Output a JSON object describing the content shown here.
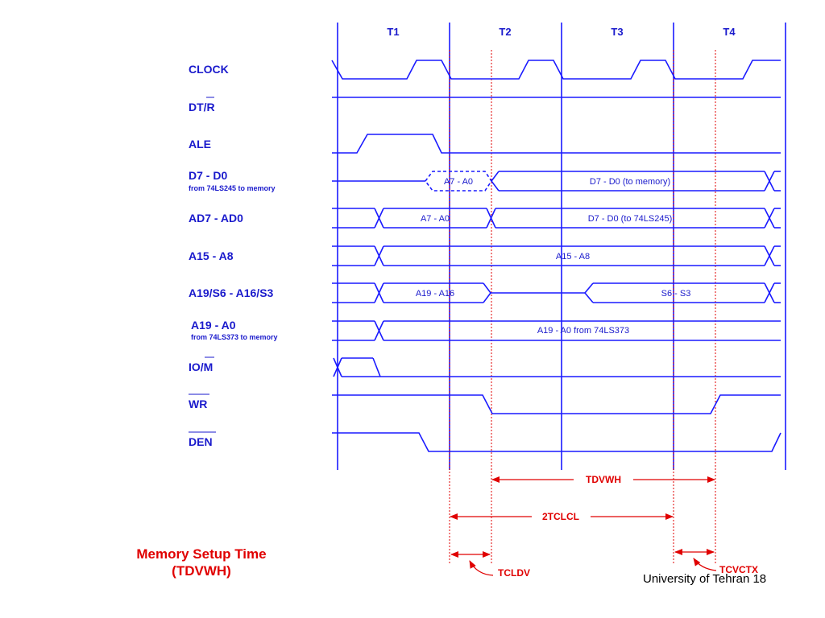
{
  "cycles": [
    "T1",
    "T2",
    "T3",
    "T4"
  ],
  "signals": {
    "clock": "CLOCK",
    "dtr": "DT/R",
    "ale": "ALE",
    "d7d0": "D7 - D0",
    "d7d0_sub": "from 74LS245 to memory",
    "ad7ad0": "AD7 - AD0",
    "a15a8": "A15 - A8",
    "a19s6": "A19/S6 - A16/S3",
    "a19a0": "A19 - A0",
    "a19a0_sub": "from 74LS373 to memory",
    "iom": "IO/M",
    "wr": "WR",
    "den": "DEN"
  },
  "bus_labels": {
    "d_a7a0": "A7 - A0",
    "d_data": "D7 - D0 (to memory)",
    "ad_a7a0": "A7 - A0",
    "ad_data": "D7 - D0 (to 74LS245)",
    "a15a8": "A15 - A8",
    "a19a16": "A19 - A16",
    "s6s3": "S6 - S3",
    "a19a0": "A19 - A0 from 74LS373"
  },
  "timing": {
    "tdvwh": "TDVWH",
    "tclcl": "2TCLCL",
    "tcldv": "TCLDV",
    "tcvctx": "TCVCTX"
  },
  "title_line1": "Memory Setup Time",
  "title_line2": "(TDVWH)",
  "footer": "University of Tehran 18",
  "colors": {
    "signal": "#1a1aff",
    "annotation": "#e00000"
  }
}
